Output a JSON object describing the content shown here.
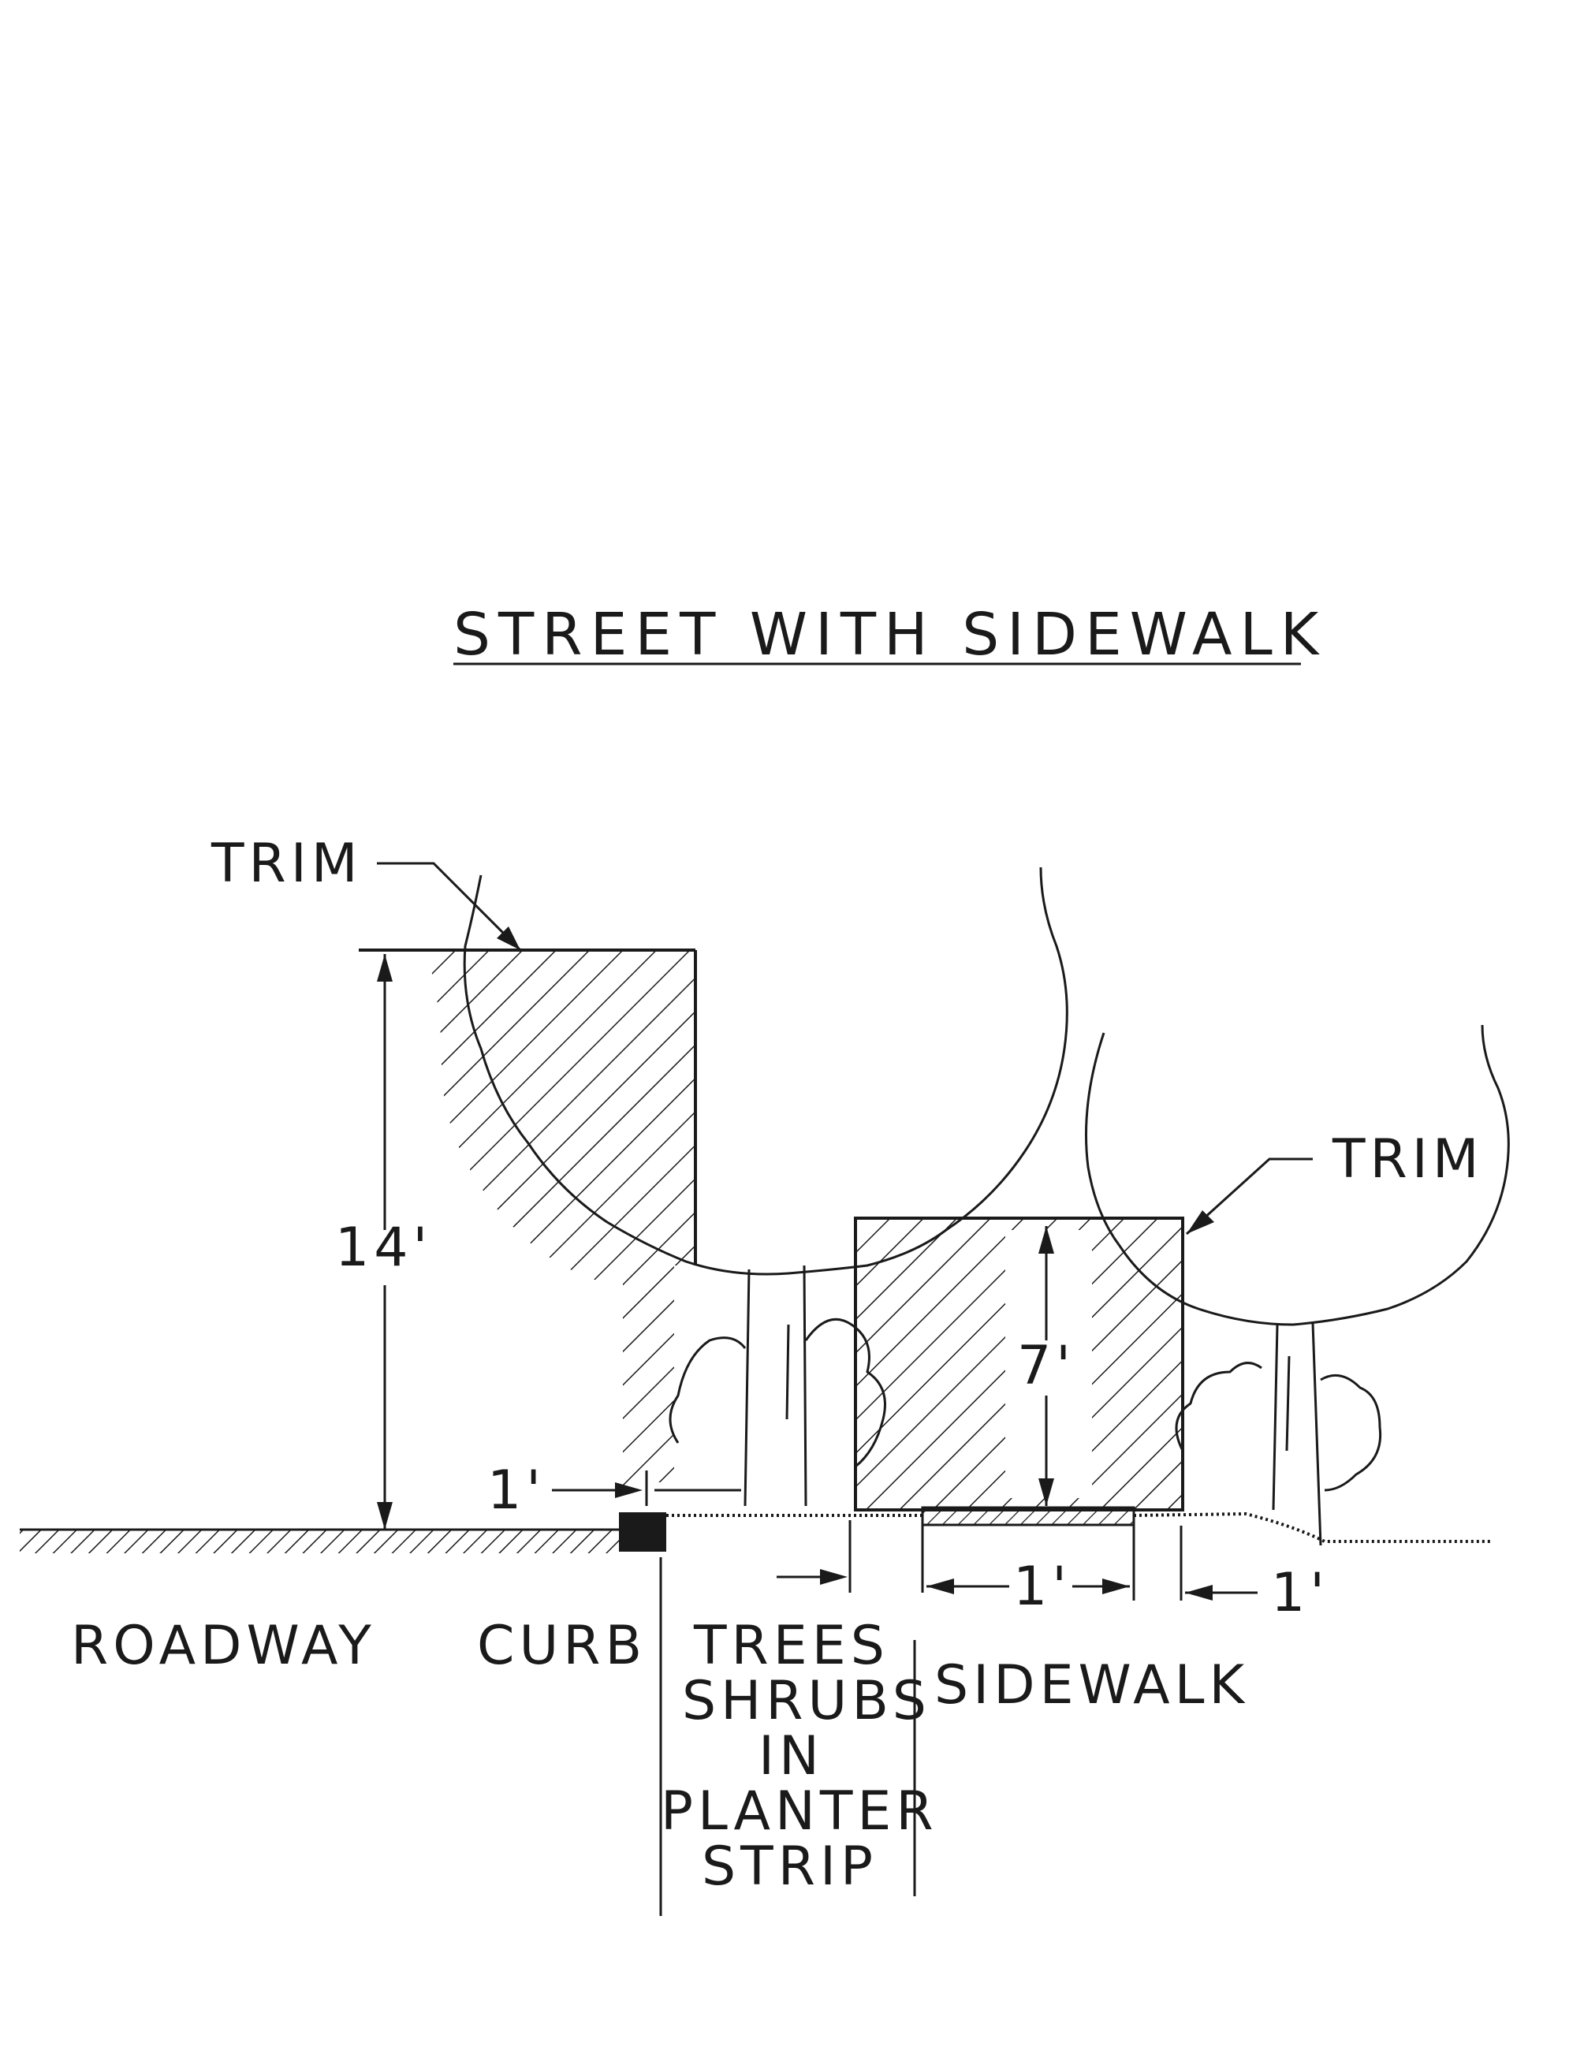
{
  "diagram": {
    "title": "STREET WITH SIDEWALK",
    "labels": {
      "trim_left": "TRIM",
      "trim_right": "TRIM",
      "height_14": "14'",
      "height_7": "7'",
      "dim_curb": "1'",
      "dim_sidewalk": "1'",
      "dim_right": "1'",
      "roadway": "ROADWAY",
      "curb": "CURB",
      "planter_line1": "TREES",
      "planter_line2": "SHRUBS",
      "planter_line3": "IN",
      "planter_line4": "PLANTER",
      "planter_line5": "STRIP",
      "sidewalk": "SIDEWALK"
    }
  }
}
